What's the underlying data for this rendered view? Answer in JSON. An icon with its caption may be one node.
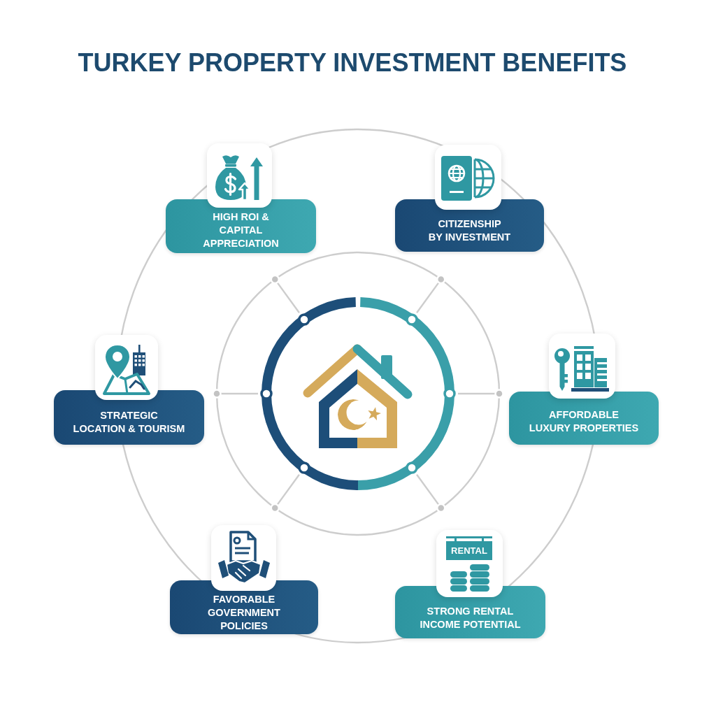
{
  "diagram": {
    "title": "TURKEY PROPERTY INVESTMENT BENEFITS",
    "nodes": [
      {
        "text": [
          "HIGH ROI & CAPITAL APPRECIATION"
        ]
      },
      {
        "text": [
          "CITIZENSHIP BY INVESTMENT"
        ]
      },
      {
        "text": [
          "STRATEGIC LOCATION & TOURISM"
        ]
      },
      {
        "text": [
          "AFFORDABLE LUXURY PROPERTIES"
        ]
      },
      {
        "text": [
          "FAVORABLE GOVERNMENT POLICIES"
        ]
      },
      {
        "text": [
          "STRONG RENTAL INCOME POTENTIAL"
        ]
      }
    ],
    "labels": [
      "RENTAL"
    ]
  }
}
